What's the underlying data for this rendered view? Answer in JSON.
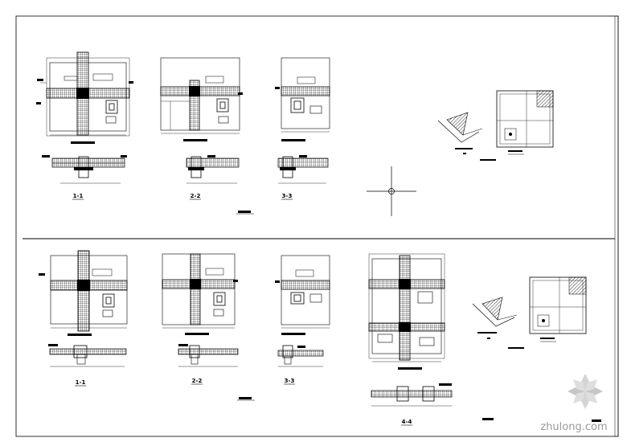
{
  "sections_top": [
    "1-1",
    "2-2",
    "3-3"
  ],
  "sections_bottom": [
    "1-1",
    "2-2",
    "3-3",
    "4-4"
  ],
  "watermark": {
    "brand": "zhulong.com"
  }
}
